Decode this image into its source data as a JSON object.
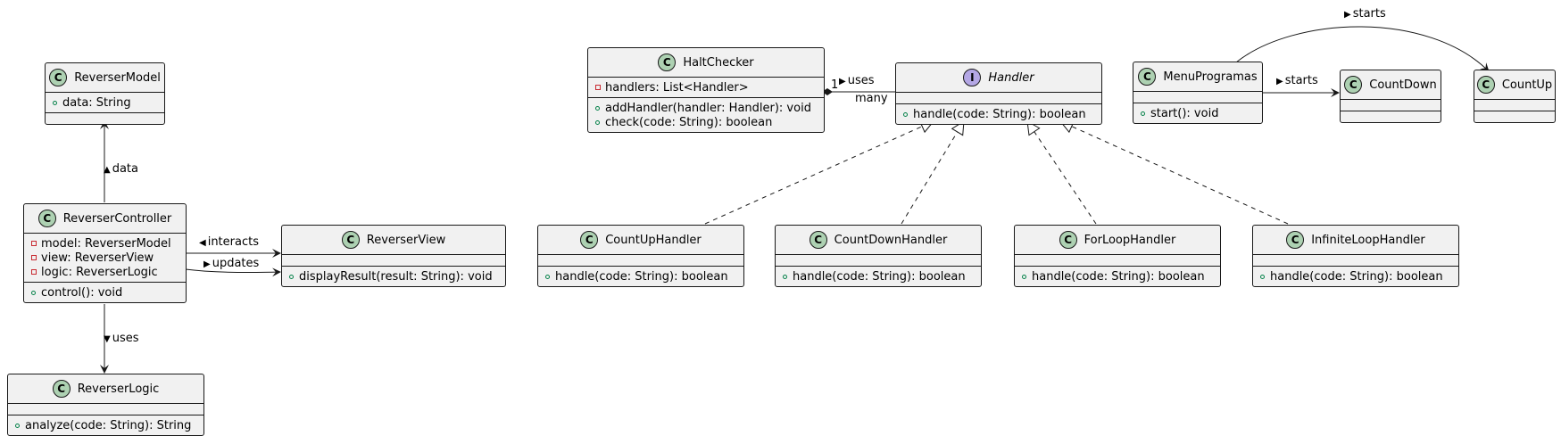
{
  "classes": {
    "reverser_model": {
      "name": "ReverserModel",
      "kind": "C",
      "attributes": [
        {
          "vis": "+",
          "text": "data: String"
        }
      ],
      "methods": []
    },
    "reverser_controller": {
      "name": "ReverserController",
      "kind": "C",
      "attributes": [
        {
          "vis": "-",
          "text": "model: ReverserModel"
        },
        {
          "vis": "-",
          "text": "view: ReverserView"
        },
        {
          "vis": "-",
          "text": "logic: ReverserLogic"
        }
      ],
      "methods": [
        {
          "vis": "+",
          "text": "control(): void"
        }
      ]
    },
    "reverser_view": {
      "name": "ReverserView",
      "kind": "C",
      "attributes": [],
      "methods": [
        {
          "vis": "+",
          "text": "displayResult(result: String): void"
        }
      ]
    },
    "reverser_logic": {
      "name": "ReverserLogic",
      "kind": "C",
      "attributes": [],
      "methods": [
        {
          "vis": "+",
          "text": "analyze(code: String): String"
        }
      ]
    },
    "halt_checker": {
      "name": "HaltChecker",
      "kind": "C",
      "attributes": [
        {
          "vis": "-",
          "text": "handlers: List<Handler>"
        }
      ],
      "methods": [
        {
          "vis": "+",
          "text": "addHandler(handler: Handler): void"
        },
        {
          "vis": "+",
          "text": "check(code: String): boolean"
        }
      ]
    },
    "handler": {
      "name": "Handler",
      "kind": "I",
      "attributes": [],
      "methods": [
        {
          "vis": "+",
          "text": "handle(code: String): boolean"
        }
      ]
    },
    "count_up_handler": {
      "name": "CountUpHandler",
      "kind": "C",
      "attributes": [],
      "methods": [
        {
          "vis": "+",
          "text": "handle(code: String): boolean"
        }
      ]
    },
    "count_down_handler": {
      "name": "CountDownHandler",
      "kind": "C",
      "attributes": [],
      "methods": [
        {
          "vis": "+",
          "text": "handle(code: String): boolean"
        }
      ]
    },
    "for_loop_handler": {
      "name": "ForLoopHandler",
      "kind": "C",
      "attributes": [],
      "methods": [
        {
          "vis": "+",
          "text": "handle(code: String): boolean"
        }
      ]
    },
    "infinite_loop_handler": {
      "name": "InfiniteLoopHandler",
      "kind": "C",
      "attributes": [],
      "methods": [
        {
          "vis": "+",
          "text": "handle(code: String): boolean"
        }
      ]
    },
    "menu_programas": {
      "name": "MenuProgramas",
      "kind": "C",
      "attributes": [],
      "methods": [
        {
          "vis": "+",
          "text": "start(): void"
        }
      ]
    },
    "count_down": {
      "name": "CountDown",
      "kind": "C",
      "attributes": [],
      "methods": []
    },
    "count_up": {
      "name": "CountUp",
      "kind": "C",
      "attributes": [],
      "methods": []
    }
  },
  "relations": {
    "data": {
      "label": "data"
    },
    "interacts": {
      "label": "interacts"
    },
    "updates": {
      "label": "updates"
    },
    "uses_logic": {
      "label": "uses"
    },
    "uses_handler": {
      "label": "uses",
      "mult_from": "1",
      "mult_to": "many"
    },
    "starts_countdown": {
      "label": "starts"
    },
    "starts_countup": {
      "label": "starts"
    }
  }
}
